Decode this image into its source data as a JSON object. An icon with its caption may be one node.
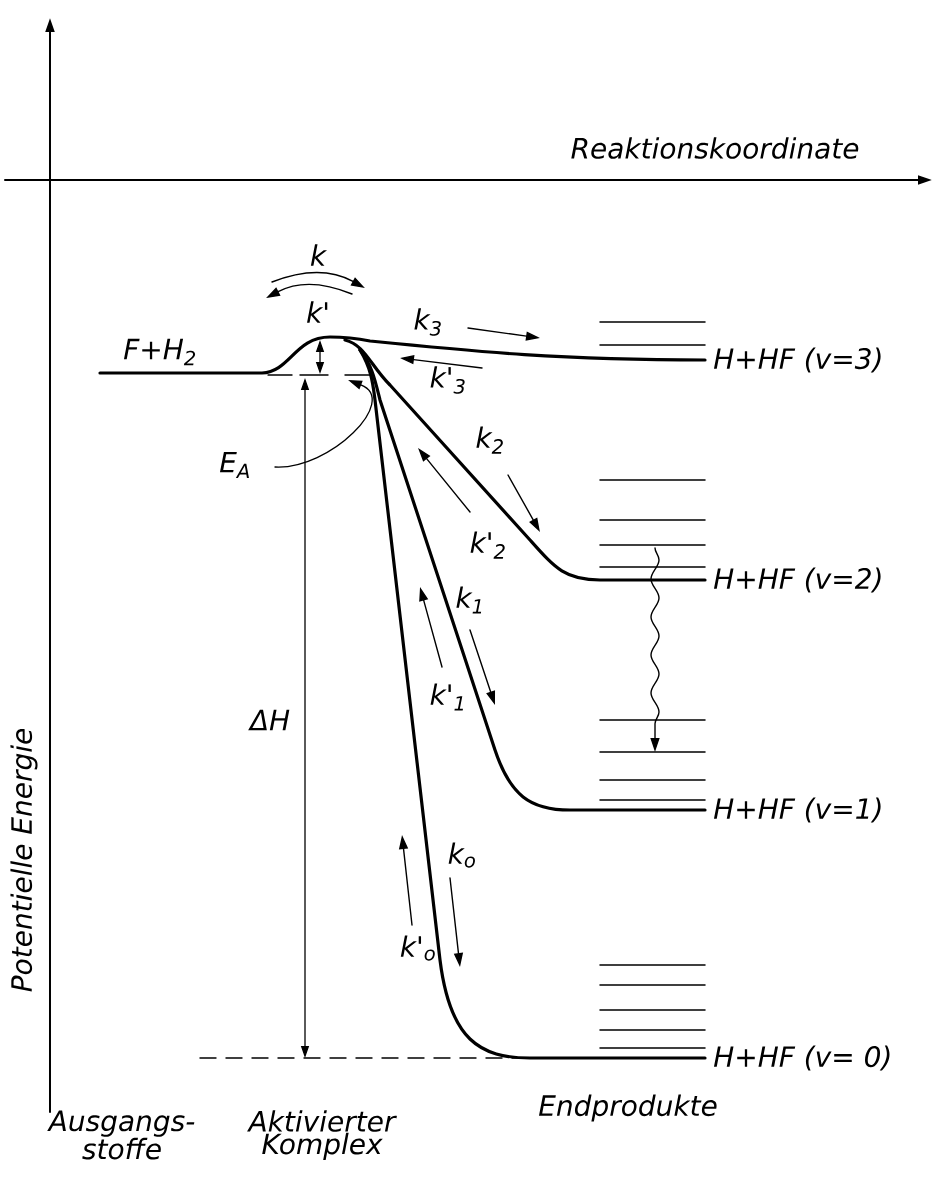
{
  "diagram": {
    "labels": [
      "Reaktionskoordinate",
      "k",
      "k'",
      "F+H$_{2}$",
      "k$_{3}$",
      "k'$_{3}$",
      "H+HF (v=3)",
      "E$_{A}$",
      "k$_{2}$",
      "k'$_{2}$",
      "H+HF (v=2)",
      "k$_{1}$",
      "ΔH",
      "k'$_{1}$",
      "H+HF (v=1)",
      "k$_{o}$",
      "k'$_{o}$",
      "H+HF (v= 0)",
      "Potentielle Energie",
      "Ausgangs- stoffe",
      "Aktivierter Komplex",
      "Endprodukte"
    ]
  }
}
